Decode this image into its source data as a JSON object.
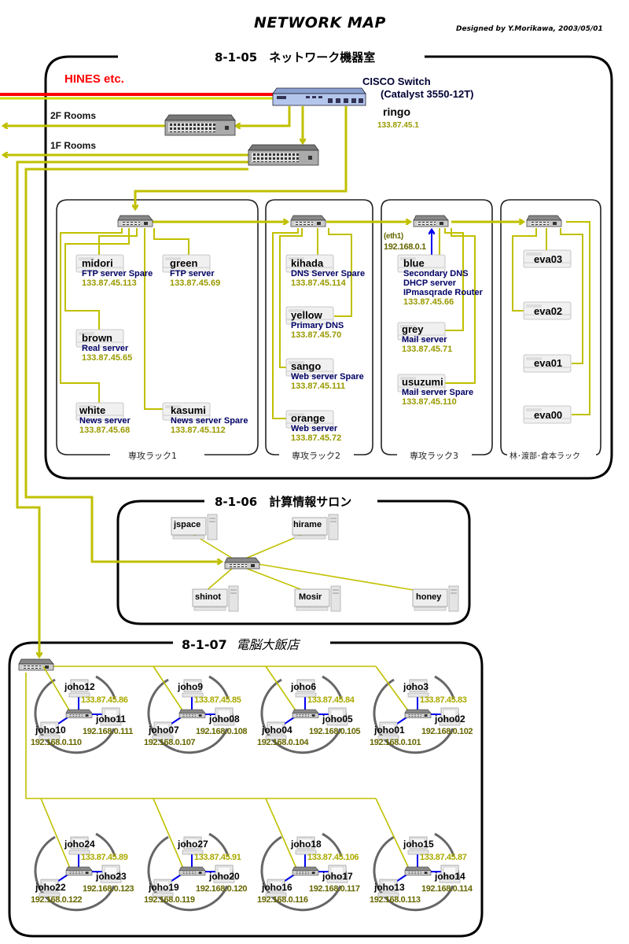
{
  "header": {
    "title": "NETWORK MAP",
    "credit": "Designed by Y.Morikawa, 2003/05/01"
  },
  "colors": {
    "link": "#c0c000",
    "upstream": "#ff0000",
    "lan_blue": "#0000ee",
    "frame": "#000000",
    "ip_text": "#999900",
    "role_text": "#000066"
  },
  "room_805": {
    "title": "8-1-05　ネットワーク機器室",
    "upstream_label": "HINES etc.",
    "core_switch": {
      "label_line1": "CISCO Switch",
      "label_line2": "(Catalyst 3550-12T)",
      "hostname": "ringo",
      "ip": "133.87.45.1"
    },
    "floor_links": [
      {
        "label": "2F Rooms"
      },
      {
        "label": "1F Rooms"
      }
    ],
    "racks": [
      {
        "label": "専攻ラック1",
        "servers": [
          {
            "name": "midori",
            "role": "FTP server Spare",
            "ip": "133.87.45.113"
          },
          {
            "name": "green",
            "role": "FTP server",
            "ip": "133.87.45.69"
          },
          {
            "name": "brown",
            "role": "Real server",
            "ip": "133.87.45.65"
          },
          {
            "name": "white",
            "role": "News server",
            "ip": "133.87.45.68"
          },
          {
            "name": "kasumi",
            "role": "News server Spare",
            "ip": "133.87.45.112"
          }
        ]
      },
      {
        "label": "専攻ラック2",
        "servers": [
          {
            "name": "kihada",
            "role": "DNS Server Spare",
            "ip": "133.87.45.114"
          },
          {
            "name": "yellow",
            "role": "Primary DNS",
            "ip": "133.87.45.70"
          },
          {
            "name": "sango",
            "role": "Web server Spare",
            "ip": "133.87.45.111"
          },
          {
            "name": "orange",
            "role": "Web server",
            "ip": "133.87.45.72"
          }
        ]
      },
      {
        "label": "専攻ラック3",
        "eth1_label": "(eth1)",
        "eth1_ip": "192.168.0.1",
        "servers": [
          {
            "name": "blue",
            "role": "Secondary DNS",
            "role2": "DHCP server",
            "role3": "IPmasqrade Router",
            "ip": "133.87.45.66"
          },
          {
            "name": "grey",
            "role": "Mail server",
            "ip": "133.87.45.71"
          },
          {
            "name": "usuzumi",
            "role": "Mail server Spare",
            "ip": "133.87.45.110"
          }
        ]
      },
      {
        "label": "林･渡部･倉本ラック",
        "servers": [
          {
            "name": "eva03"
          },
          {
            "name": "eva02"
          },
          {
            "name": "eva01"
          },
          {
            "name": "eva00"
          }
        ]
      }
    ]
  },
  "room_806": {
    "title": "8-1-06　計算情報サロン",
    "hosts": [
      "jspace",
      "hirame",
      "shinot",
      "Mosir",
      "honey"
    ]
  },
  "room_807": {
    "title": "8-1-07",
    "title_jp": "電脳大飯店",
    "clusters": [
      {
        "top": "joho12",
        "top_ip": "133.87.45.86",
        "right": "joho11",
        "right_ip": "192.168.0.111",
        "left": "joho10",
        "left_ip": "192.168.0.110"
      },
      {
        "top": "joho9",
        "top_ip": "133.87.45.85",
        "right": "joho08",
        "right_ip": "192.168.0.108",
        "left": "joho07",
        "left_ip": "192.168.0.107"
      },
      {
        "top": "joho6",
        "top_ip": "133.87.45.84",
        "right": "joho05",
        "right_ip": "192.168.0.105",
        "left": "joho04",
        "left_ip": "192.168.0.104"
      },
      {
        "top": "joho3",
        "top_ip": "133.87.45.83",
        "right": "joho02",
        "right_ip": "192.168.0.102",
        "left": "joho01",
        "left_ip": "192.168.0.101"
      },
      {
        "top": "joho24",
        "top_ip": "133.87.45.89",
        "right": "joho23",
        "right_ip": "192.168.0.123",
        "left": "joho22",
        "left_ip": "192.168.0.122"
      },
      {
        "top": "joho27",
        "top_ip": "133.87.45.91",
        "right": "joho20",
        "right_ip": "192.168.0.120",
        "left": "joho19",
        "left_ip": "192.168.0.119"
      },
      {
        "top": "joho18",
        "top_ip": "133.87.45.106",
        "right": "joho17",
        "right_ip": "192.168.0.117",
        "left": "joho16",
        "left_ip": "192.168.0.116"
      },
      {
        "top": "joho15",
        "top_ip": "133.87.45.87",
        "right": "joho14",
        "right_ip": "192.168.0.114",
        "left": "joho13",
        "left_ip": "192.168.0.113"
      }
    ]
  }
}
